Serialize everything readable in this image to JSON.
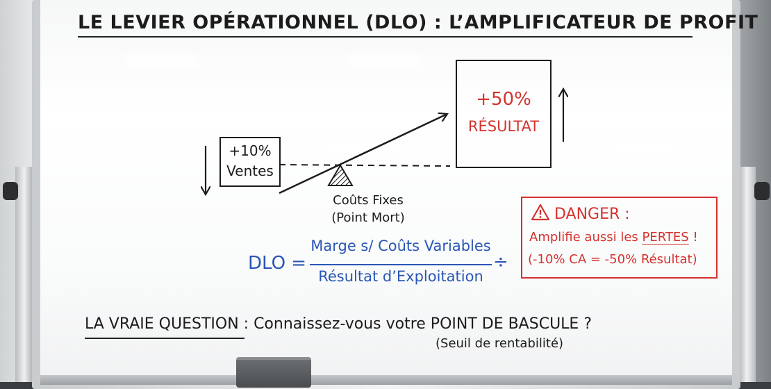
{
  "title": "LE LEVIER OPÉRATIONNEL (DLO) : L’AMPLIFICATEUR DE PROFIT",
  "title_icon": "rocket-icon",
  "left_box": {
    "line1": "+10%",
    "line2": "Ventes"
  },
  "right_box": {
    "line1": "+50%",
    "line2": "RÉSULTAT"
  },
  "fulcrum": {
    "line1": "Coûts Fixes",
    "line2": "(Point Mort)"
  },
  "formula": {
    "lhs": "DLO =",
    "numerator": "Marge s/ Coûts Variables",
    "denominator": "Résultat d’Exploitation",
    "operator": "÷"
  },
  "danger": {
    "heading": "DANGER :",
    "line2_prefix": "Amplifie aussi les ",
    "line2_emphasis": "PERTES",
    "line2_suffix": " !",
    "line3": "(-10% CA = -50% Résultat)"
  },
  "question": {
    "label": "LA VRAIE QUESTION",
    "text": " : Connaissez-vous votre POINT DE BASCULE ?",
    "sub": "(Seuil de rentabilité)"
  },
  "colors": {
    "ink": "#1c1c1c",
    "red": "#d4322e",
    "blue": "#2a56b4"
  }
}
